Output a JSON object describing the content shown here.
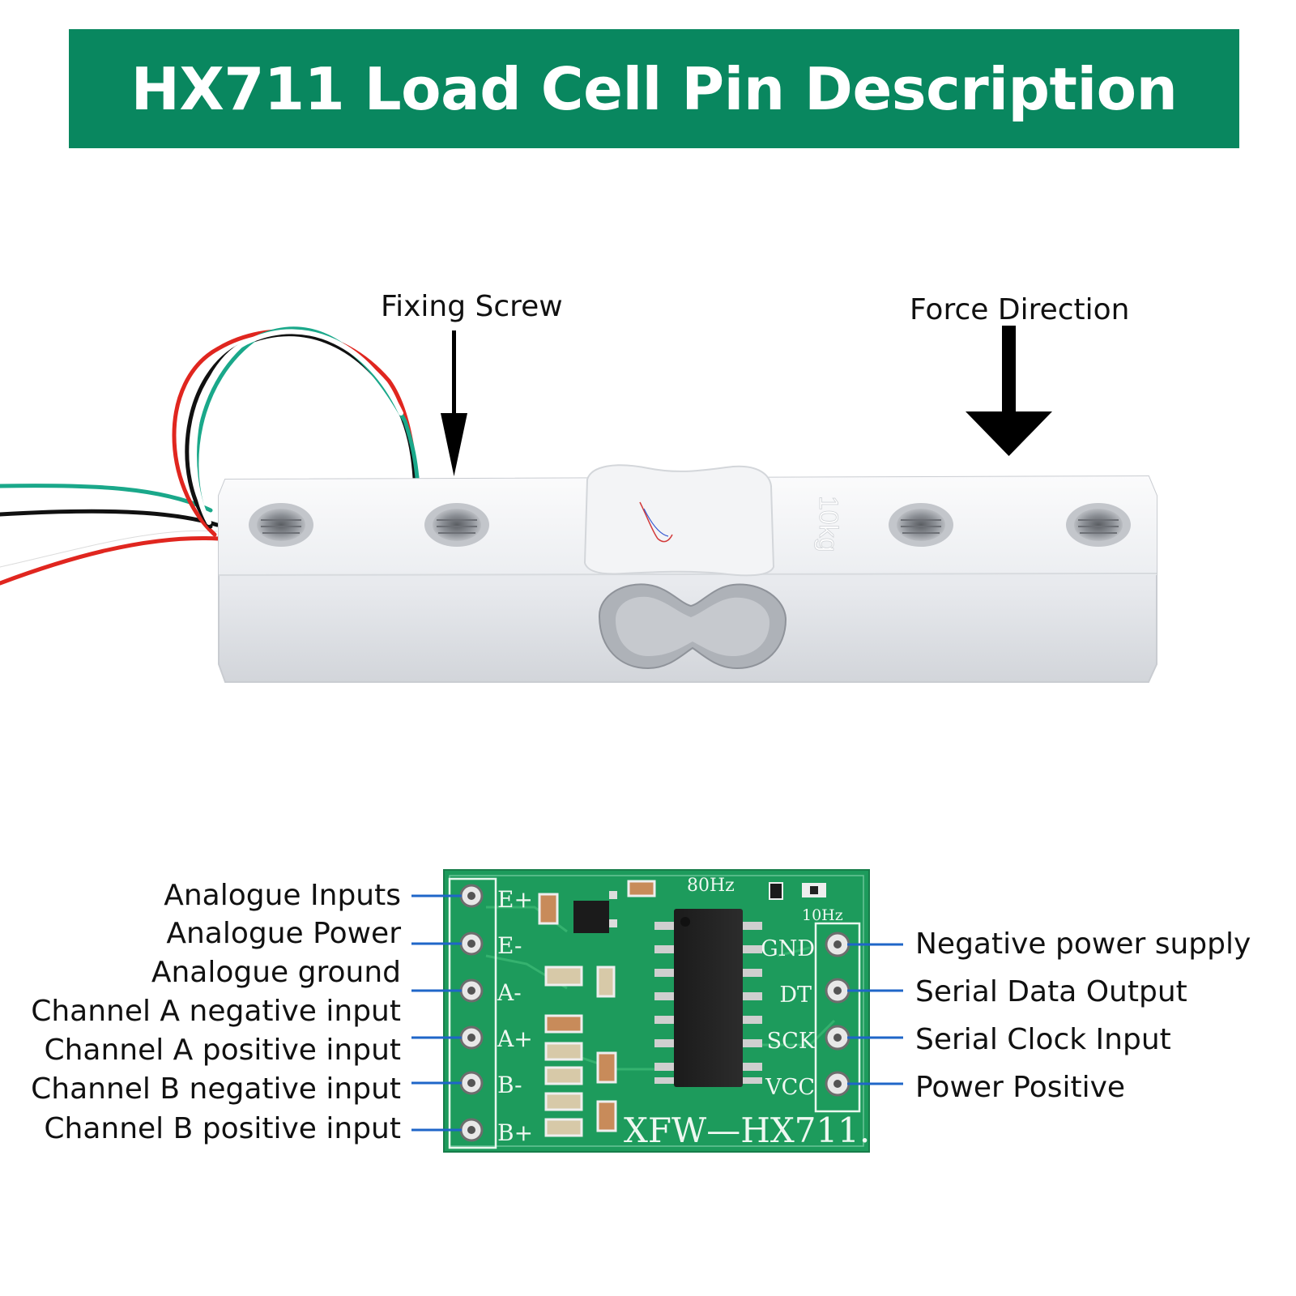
{
  "title": "HX711 Load Cell Pin Description",
  "callouts": {
    "fixing_screw": "Fixing Screw",
    "force_direction": "Force Direction"
  },
  "load_cell": {
    "capacity_mark": "10kg"
  },
  "board": {
    "model_mark": "XFW—HX711.",
    "silkscreen_left": [
      "E+",
      "E-",
      "A-",
      "A+",
      "B-",
      "B+"
    ],
    "silkscreen_right": [
      "GND",
      "DT",
      "SCK",
      "VCC"
    ],
    "freq_top": "80Hz",
    "freq_sub": "10Hz"
  },
  "pins_left": [
    "Analogue Inputs",
    "Analogue Power",
    "Analogue ground",
    "Channel A negative input",
    "Channel A positive input",
    "Channel B negative input",
    "Channel B positive input"
  ],
  "pins_right": [
    "Negative power supply",
    "Serial Data Output",
    "Serial Clock Input",
    "Power Positive"
  ],
  "colors": {
    "banner": "#09875f",
    "leader_line": "#1f66c8",
    "pcb": "#1d9b5c"
  }
}
